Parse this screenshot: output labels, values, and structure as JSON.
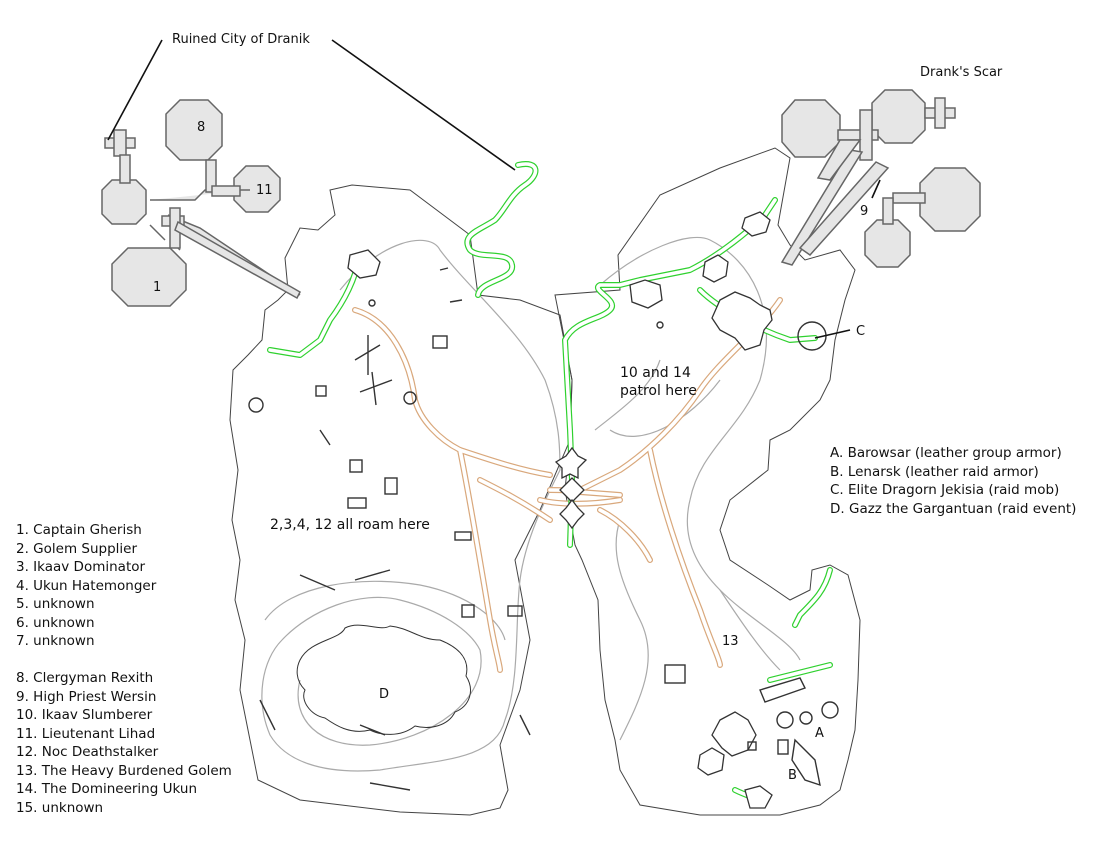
{
  "map": {
    "callouts": {
      "ruined_city": "Ruined City of Dranik",
      "dranks_scar": "Drank's Scar",
      "patrol_note": "10 and 14\npatrol here",
      "roam_note": "2,3,4, 12 all roam here"
    },
    "markers": {
      "m1": "1",
      "m8": "8",
      "m9": "9",
      "m11": "11",
      "m13": "13",
      "mA": "A",
      "mB": "B",
      "mC": "C",
      "mD": "D"
    },
    "colors": {
      "outline": "#444444",
      "contour": "#aaaaaa",
      "green_path": "#2fd12f",
      "orange_path": "#d9a87c",
      "building_fill": "#e6e6e6",
      "building_stroke": "#666666"
    }
  },
  "legend_npcs": [
    "1. Captain Gherish",
    "2. Golem Supplier",
    "3. Ikaav Dominator",
    "4. Ukun Hatemonger",
    "5. unknown",
    "6. unknown",
    "7. unknown",
    "",
    "8. Clergyman Rexith",
    "9. High Priest Wersin",
    "10. Ikaav Slumberer",
    "11. Lieutenant Lihad",
    "12. Noc Deathstalker",
    "13. The Heavy Burdened Golem",
    "14. The Domineering Ukun",
    "15. unknown"
  ],
  "legend_letters": [
    "A. Barowsar (leather group armor)",
    "B. Lenarsk (leather raid armor)",
    "C. Elite Dragorn Jekisia (raid mob)",
    "D. Gazz the Gargantuan (raid event)"
  ]
}
